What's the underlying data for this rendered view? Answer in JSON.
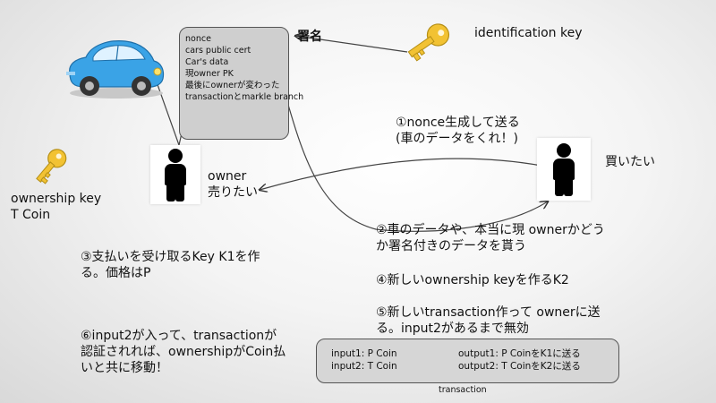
{
  "info_box": {
    "lines": [
      "nonce",
      "cars public cert",
      "Car's data",
      "現owner PK",
      "最後にownerが変わった",
      "transactionとmarkle branch"
    ]
  },
  "labels": {
    "signature": "署名",
    "identification_key": "identification key",
    "ownership_key": "ownership key",
    "t_coin": "T Coin",
    "owner": "owner",
    "seller": "売りたい",
    "buyer": "買いたい"
  },
  "steps": {
    "step1": [
      "①nonce生成して送る",
      "(車のデータをくれ！)"
    ],
    "step2": [
      "②車のデータや、本当に現 ownerかどう",
      "か署名付きのデータを貰う"
    ],
    "step3": [
      "③支払いを受け取るKey K1を作",
      "る。価格はP"
    ],
    "step4": "④新しいownership keyを作るK2",
    "step5": [
      "⑤新しいtransaction作って ownerに送",
      "る。input2があるまで無効"
    ],
    "step6": [
      "⑥input2が入って、transactionが",
      "認証されれば、ownershipがCoin払",
      "いと共に移動！"
    ]
  },
  "transaction": {
    "input1": "input1: P Coin",
    "input2": "input2: T Coin",
    "output1": "output1: P CoinをK1に送る",
    "output2": "output2: T CoinをK2に送る",
    "caption": "transaction"
  },
  "colors": {
    "key_gold": "#f2c233",
    "car_blue": "#3aa3e6",
    "box_gray": "#cfcfcf"
  }
}
